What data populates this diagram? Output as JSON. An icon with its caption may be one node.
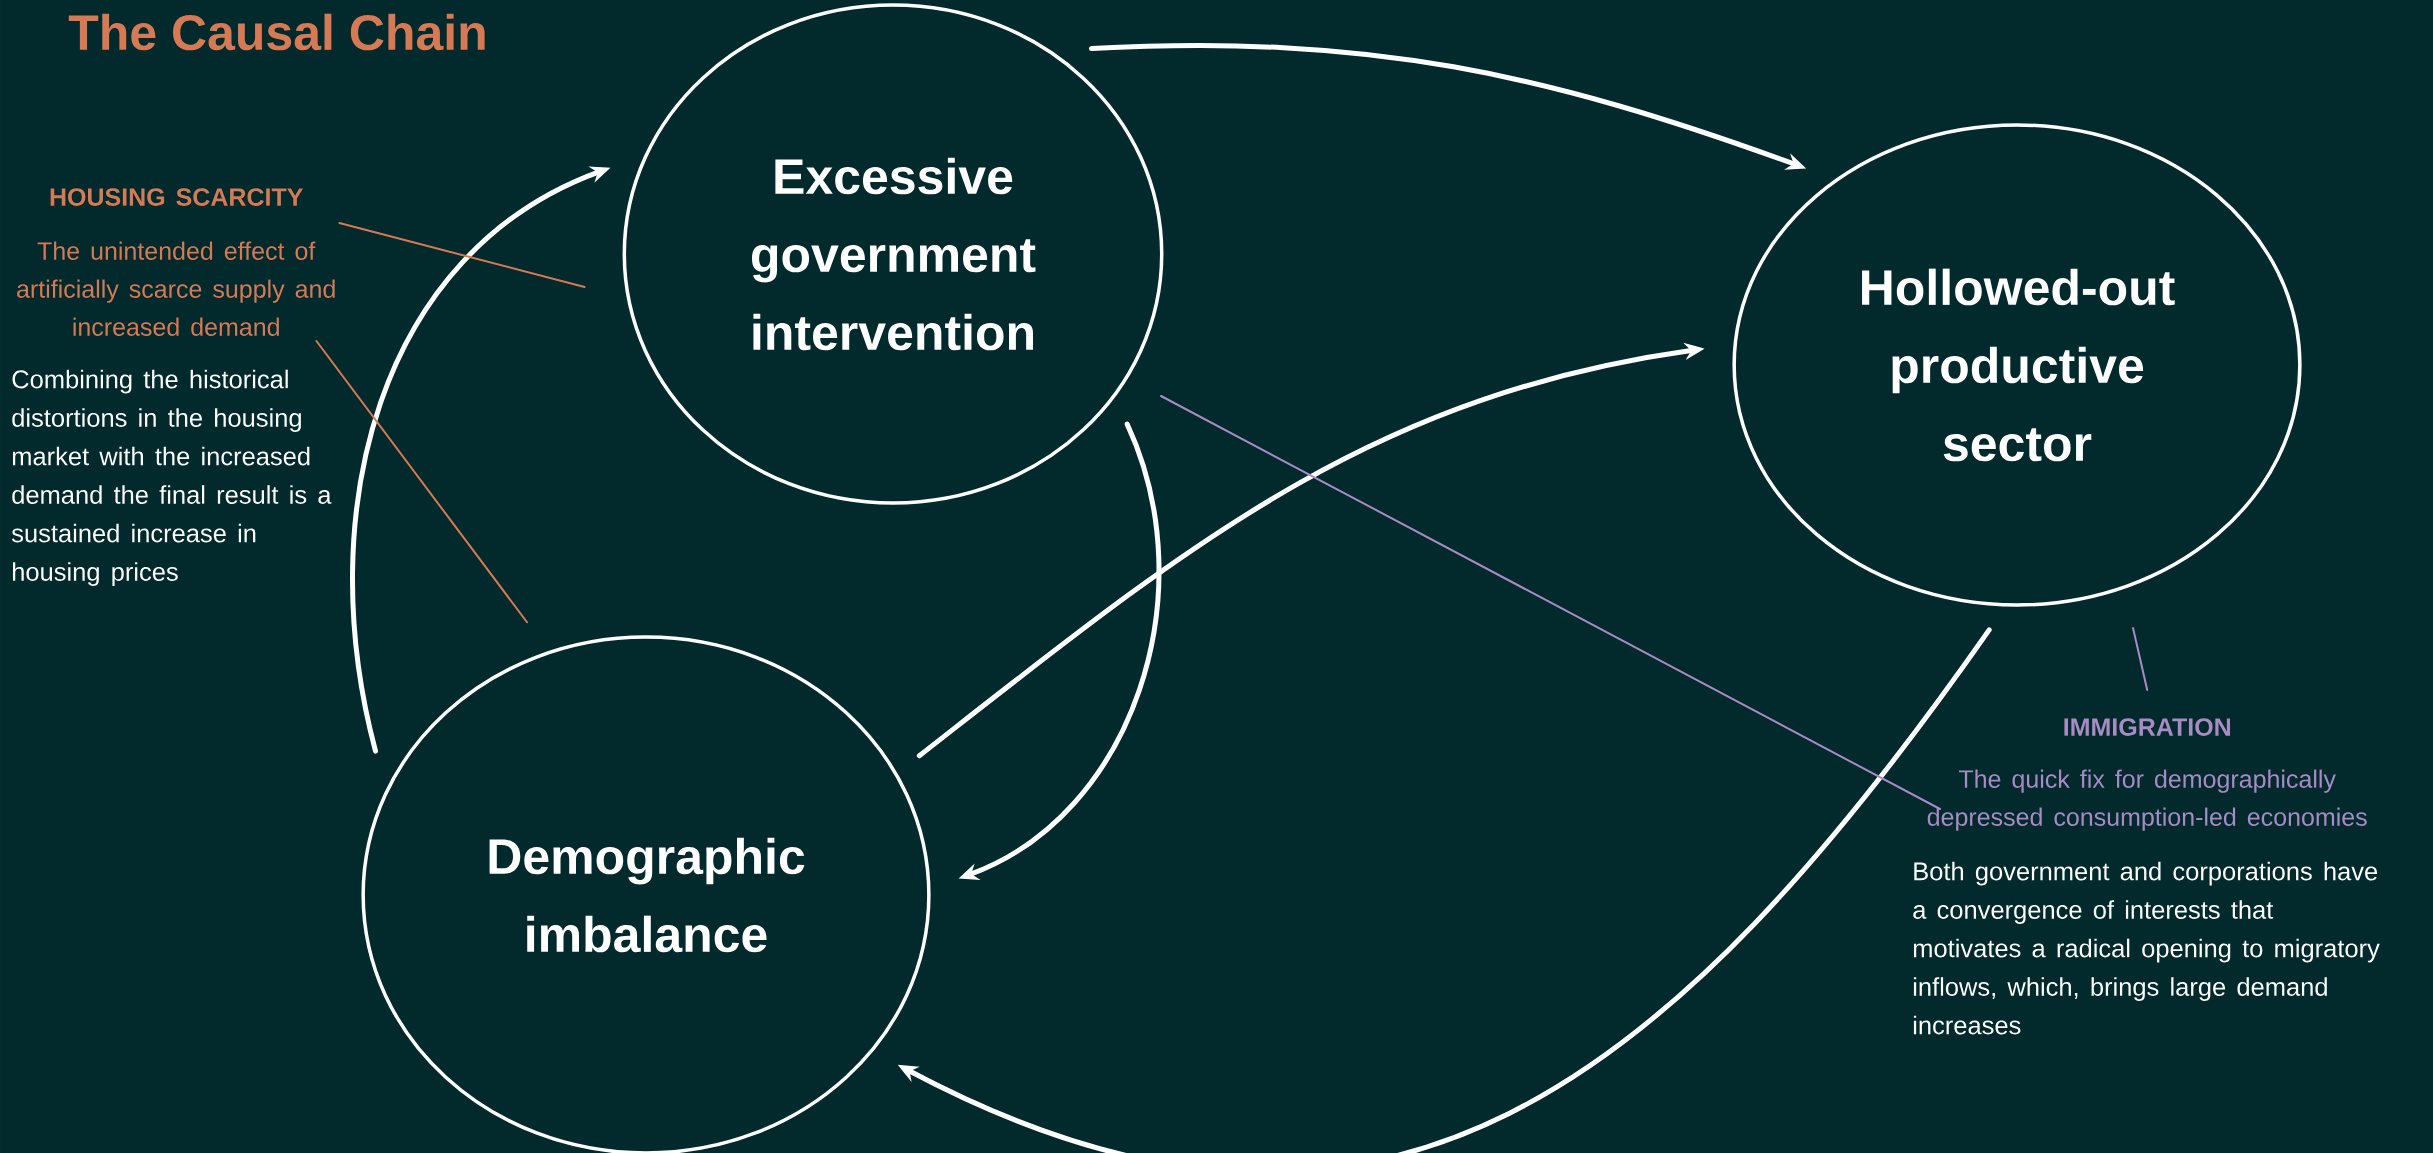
{
  "diagram": {
    "title": "The Causal Chain",
    "nodes": [
      {
        "text": [
          "HOUSING SCARCITY",
          "The unintended effect of artificially scarce supply and increased demand",
          "Combining the historical distortions in the housing market with the increased demand the final result is a sustained increase in housing prices"
        ]
      },
      {
        "text": [
          "Excessive government intervention"
        ]
      },
      {
        "text": [
          "Hollowed-out productive sector"
        ]
      },
      {
        "text": [
          "Demographic imbalance"
        ]
      },
      {
        "text": [
          "IMMIGRATION",
          "The quick fix for demographically depressed consumption-led economies",
          "Both government and corporations have a convergence of interests that motivates a radical opening to migratory inflows, which, brings large demand increases"
        ]
      }
    ],
    "edges": [
      {
        "from": 1,
        "to": 2,
        "arrow": "to"
      },
      {
        "from": 3,
        "to": 2,
        "arrow": "to"
      },
      {
        "from": 3,
        "to": 1,
        "arrow": "to"
      },
      {
        "from": 1,
        "to": 3,
        "arrow": "to"
      },
      {
        "from": 2,
        "to": 3,
        "arrow": "to"
      },
      {
        "from": 0,
        "to": 1,
        "arrow": "none",
        "color": "#d67a55"
      },
      {
        "from": 0,
        "to": 3,
        "arrow": "none",
        "color": "#d67a55"
      },
      {
        "from": 4,
        "to": 1,
        "arrow": "none",
        "color": "#a98bc4"
      },
      {
        "from": 4,
        "to": 2,
        "arrow": "none",
        "color": "#a98bc4"
      }
    ]
  }
}
